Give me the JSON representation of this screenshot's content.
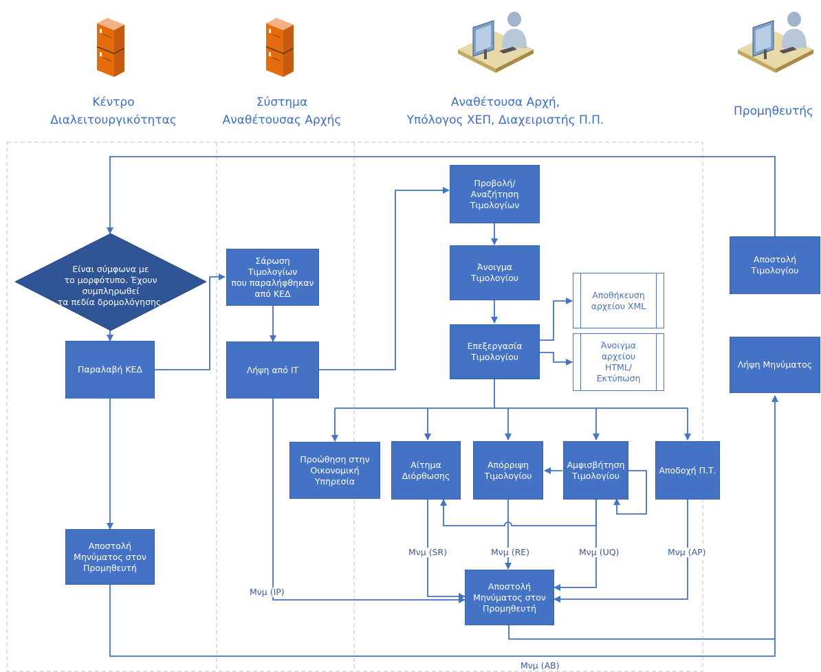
{
  "lanes": {
    "kentro": "Κέντρο\nΔιαλειτουργικότητας",
    "systima": "Σύστημα\nΑναθέτουσας Αρχής",
    "anathetousa": "Αναθέτουσα Αρχή,\nΥπόλογος ΧΕΠ, Διαχειριστής Π.Π.",
    "promitheftis": "Προμηθευτής"
  },
  "icons": {
    "server_1": "server-icon",
    "server_2": "server-icon",
    "user_1": "user-at-computer-icon",
    "user_2": "user-at-computer-icon"
  },
  "nodes": {
    "decision": "Είναι σύμφωνα με\nτο μορφότυπο. Έχουν συμπληρωθεί\nτα πεδία δρομολόγησης.",
    "paralavi": "Παραλαβή ΚΕΔ",
    "apostoli_kentro": "Αποστολή\nΜηνύματος στον\nΠρομηθευτή",
    "sarosi": "Σάρωση Τιμολογίων\nπου παραλήφθηκαν\nαπό ΚΕΔ",
    "lipsi_it": "Λήψη από ΙΤ",
    "provoli": "Προβολή/\nΑναζήτηση\nΤιμολογίων",
    "anoigma": "Άνοιγμα Τιμολογίου",
    "epexergasia": "Επεξεργασία\nΤιμολογίου",
    "apothikefsi": "Αποθήκευση\nαρχείου XML",
    "anoigma_html": "Άνοιγμα\nαρχείου\nHTML/\nΕκτύπωση",
    "proothisi": "Προώθηση στην\nΟικονομική\nΥπηρεσία",
    "aitima": "Αίτημα\nΔιόρθωσης",
    "aporripsi": "Απόρριψη\nΤιμολογίου",
    "amfisvitisi": "Αμφισβήτηση\nΤιμολογίου",
    "apodoxi": "Αποδοχή Π.Τ.",
    "apostoli_aa": "Αποστολή\nΜηνύματος στον\nΠρομηθευτή",
    "apostoli_tim": "Αποστολή\nΤιμολογίου",
    "lipsi_minimatos": "Λήψη Μηνύματος"
  },
  "labels": {
    "ip": "Μνμ (IP)",
    "sr": "Μνμ (SR)",
    "re": "Μνμ (RE)",
    "uq": "Μνμ (UQ)",
    "ap": "Μνμ (AP)",
    "ab": "Μνμ (AB)"
  },
  "colors": {
    "box_fill": "#4472c4",
    "decision_fill": "#2f5597",
    "connector": "#4472c4",
    "lane_border": "#bfbfbf",
    "header_text": "#3a6fc4"
  }
}
